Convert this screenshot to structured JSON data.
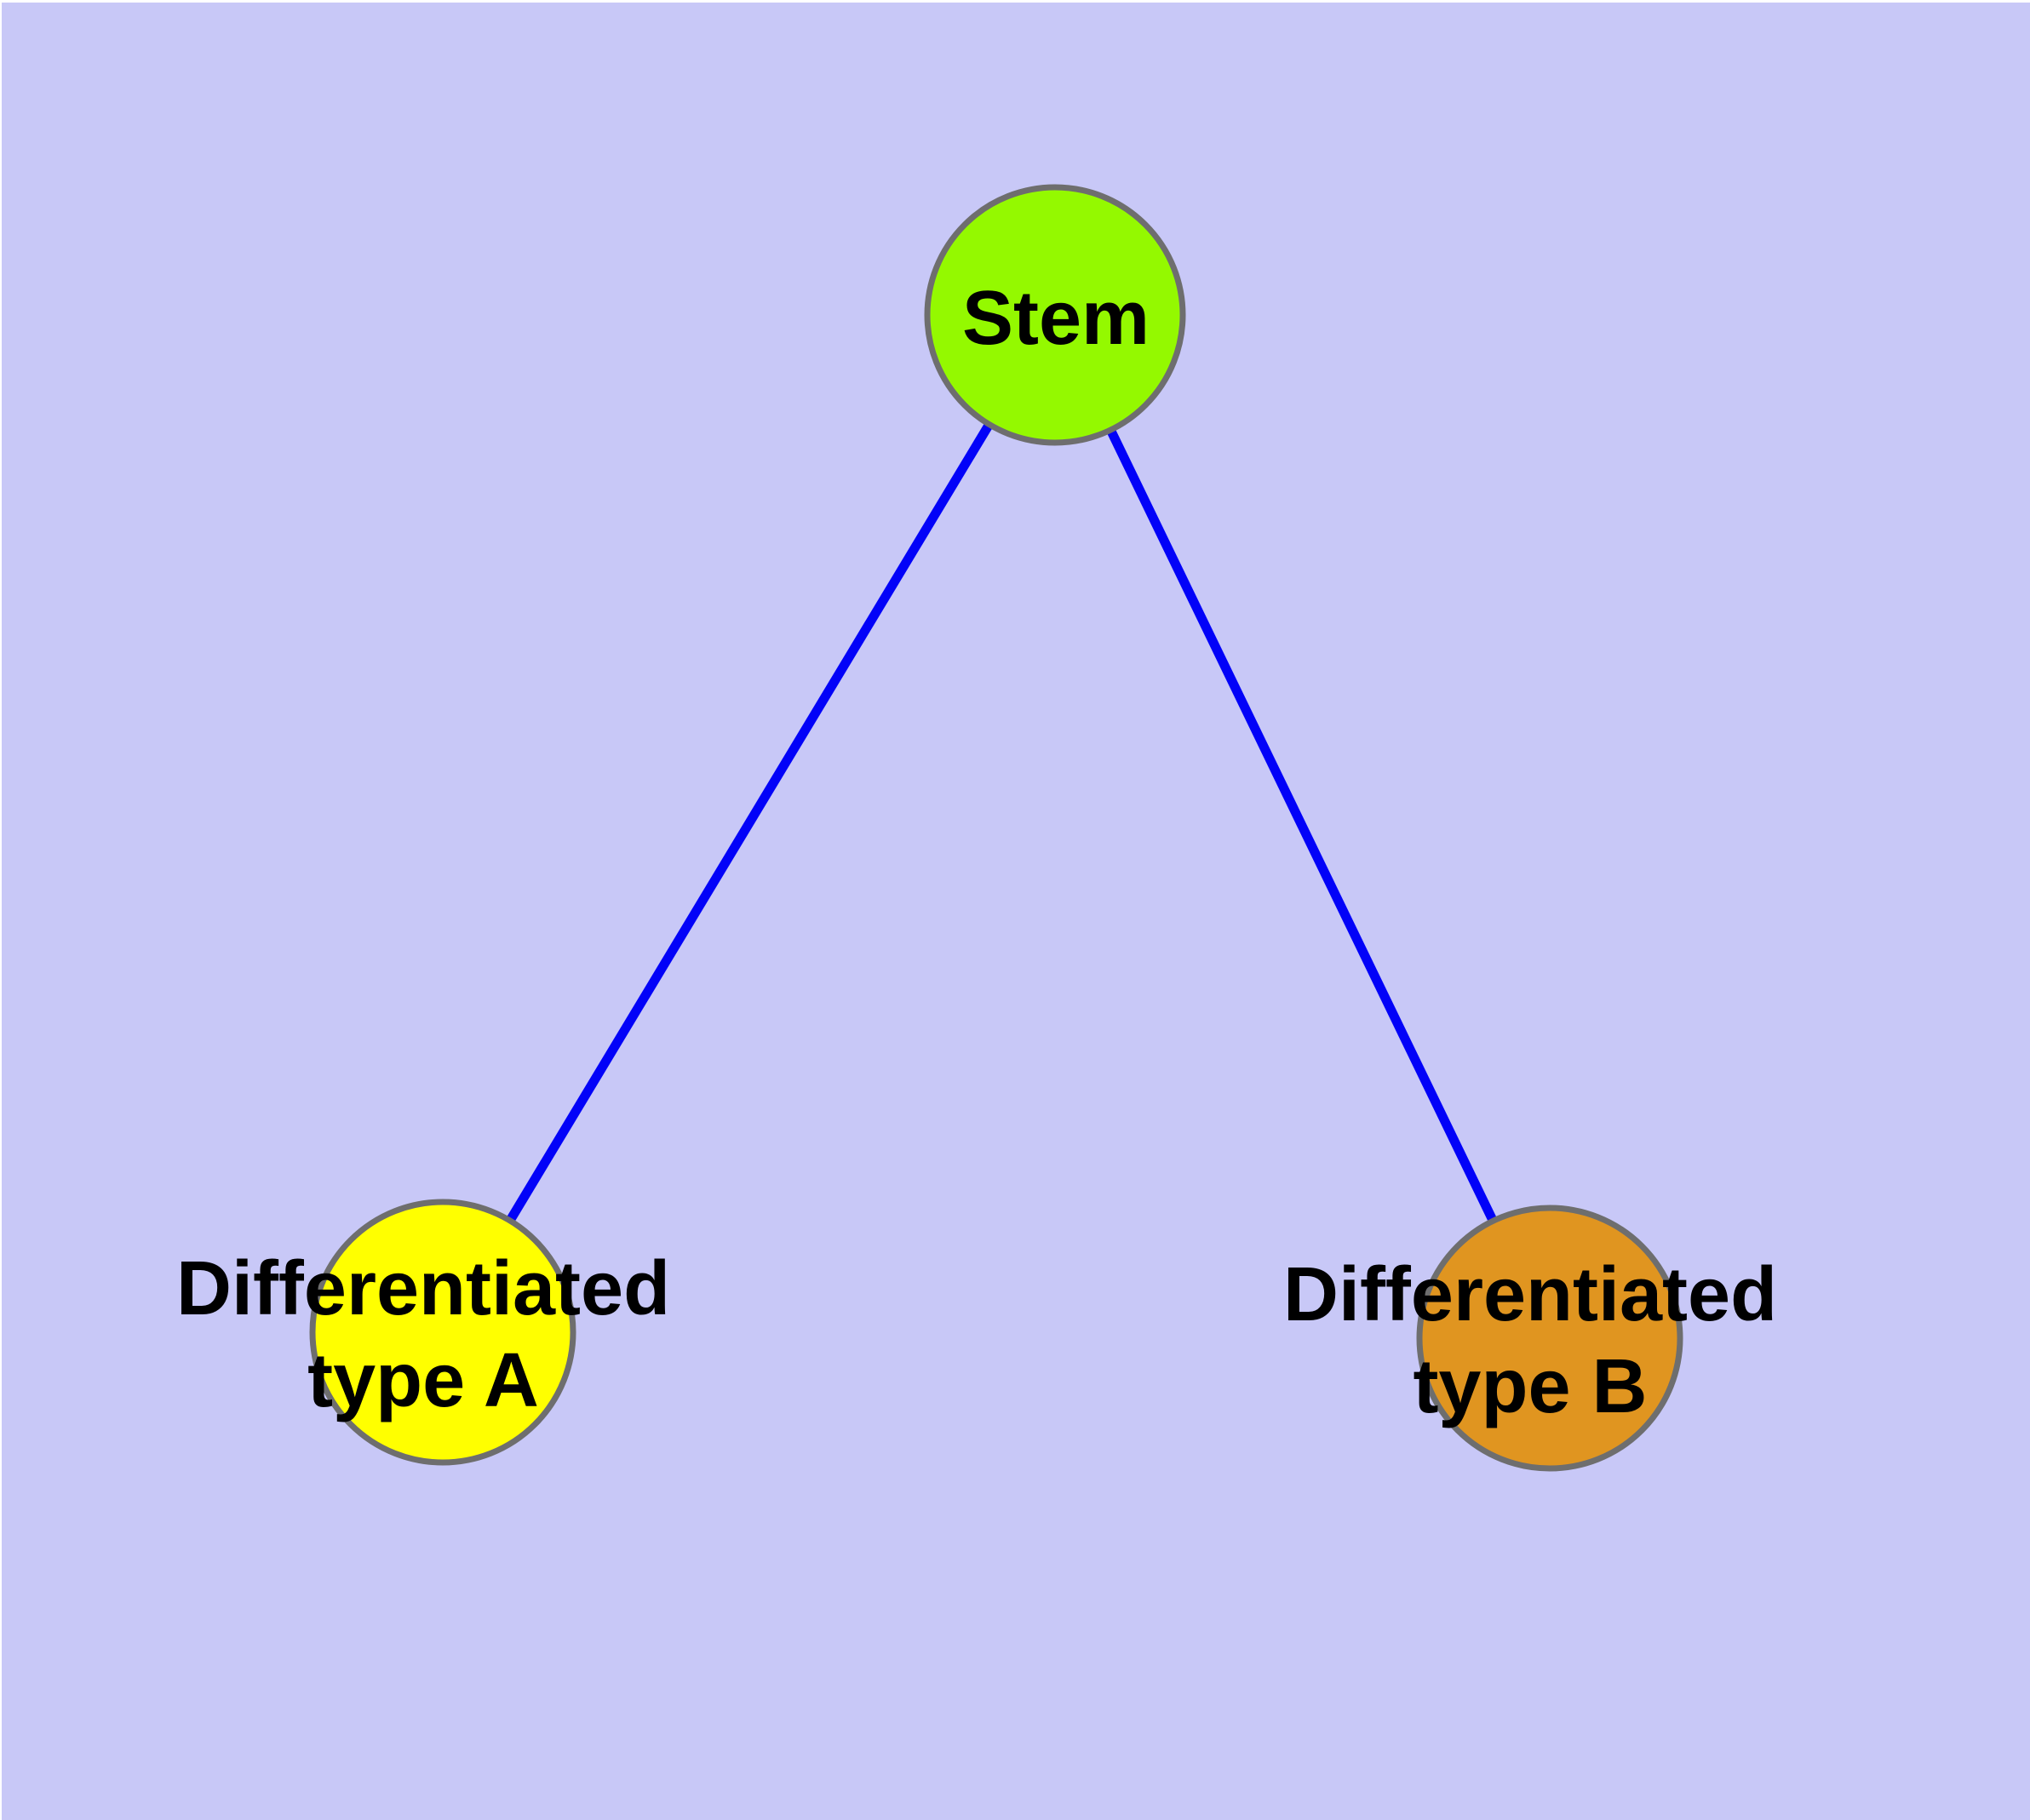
{
  "diagram": {
    "nodes": [
      {
        "id": "stem",
        "label": "Stem",
        "fill": "#94F900"
      },
      {
        "id": "type-a",
        "label": "Differentiated\ntype A",
        "fill": "#FFFF00"
      },
      {
        "id": "type-b",
        "label": "Differentiated\ntype B",
        "fill": "#E09520"
      }
    ],
    "edges": [
      {
        "from": "Stem",
        "to": "Differentiated type A"
      },
      {
        "from": "Stem",
        "to": "Differentiated type B"
      }
    ],
    "colors": {
      "background": "#C8C8F7",
      "edge": "#0202F8",
      "node_border": "#6E6E6E",
      "label_text": "#000000"
    }
  }
}
